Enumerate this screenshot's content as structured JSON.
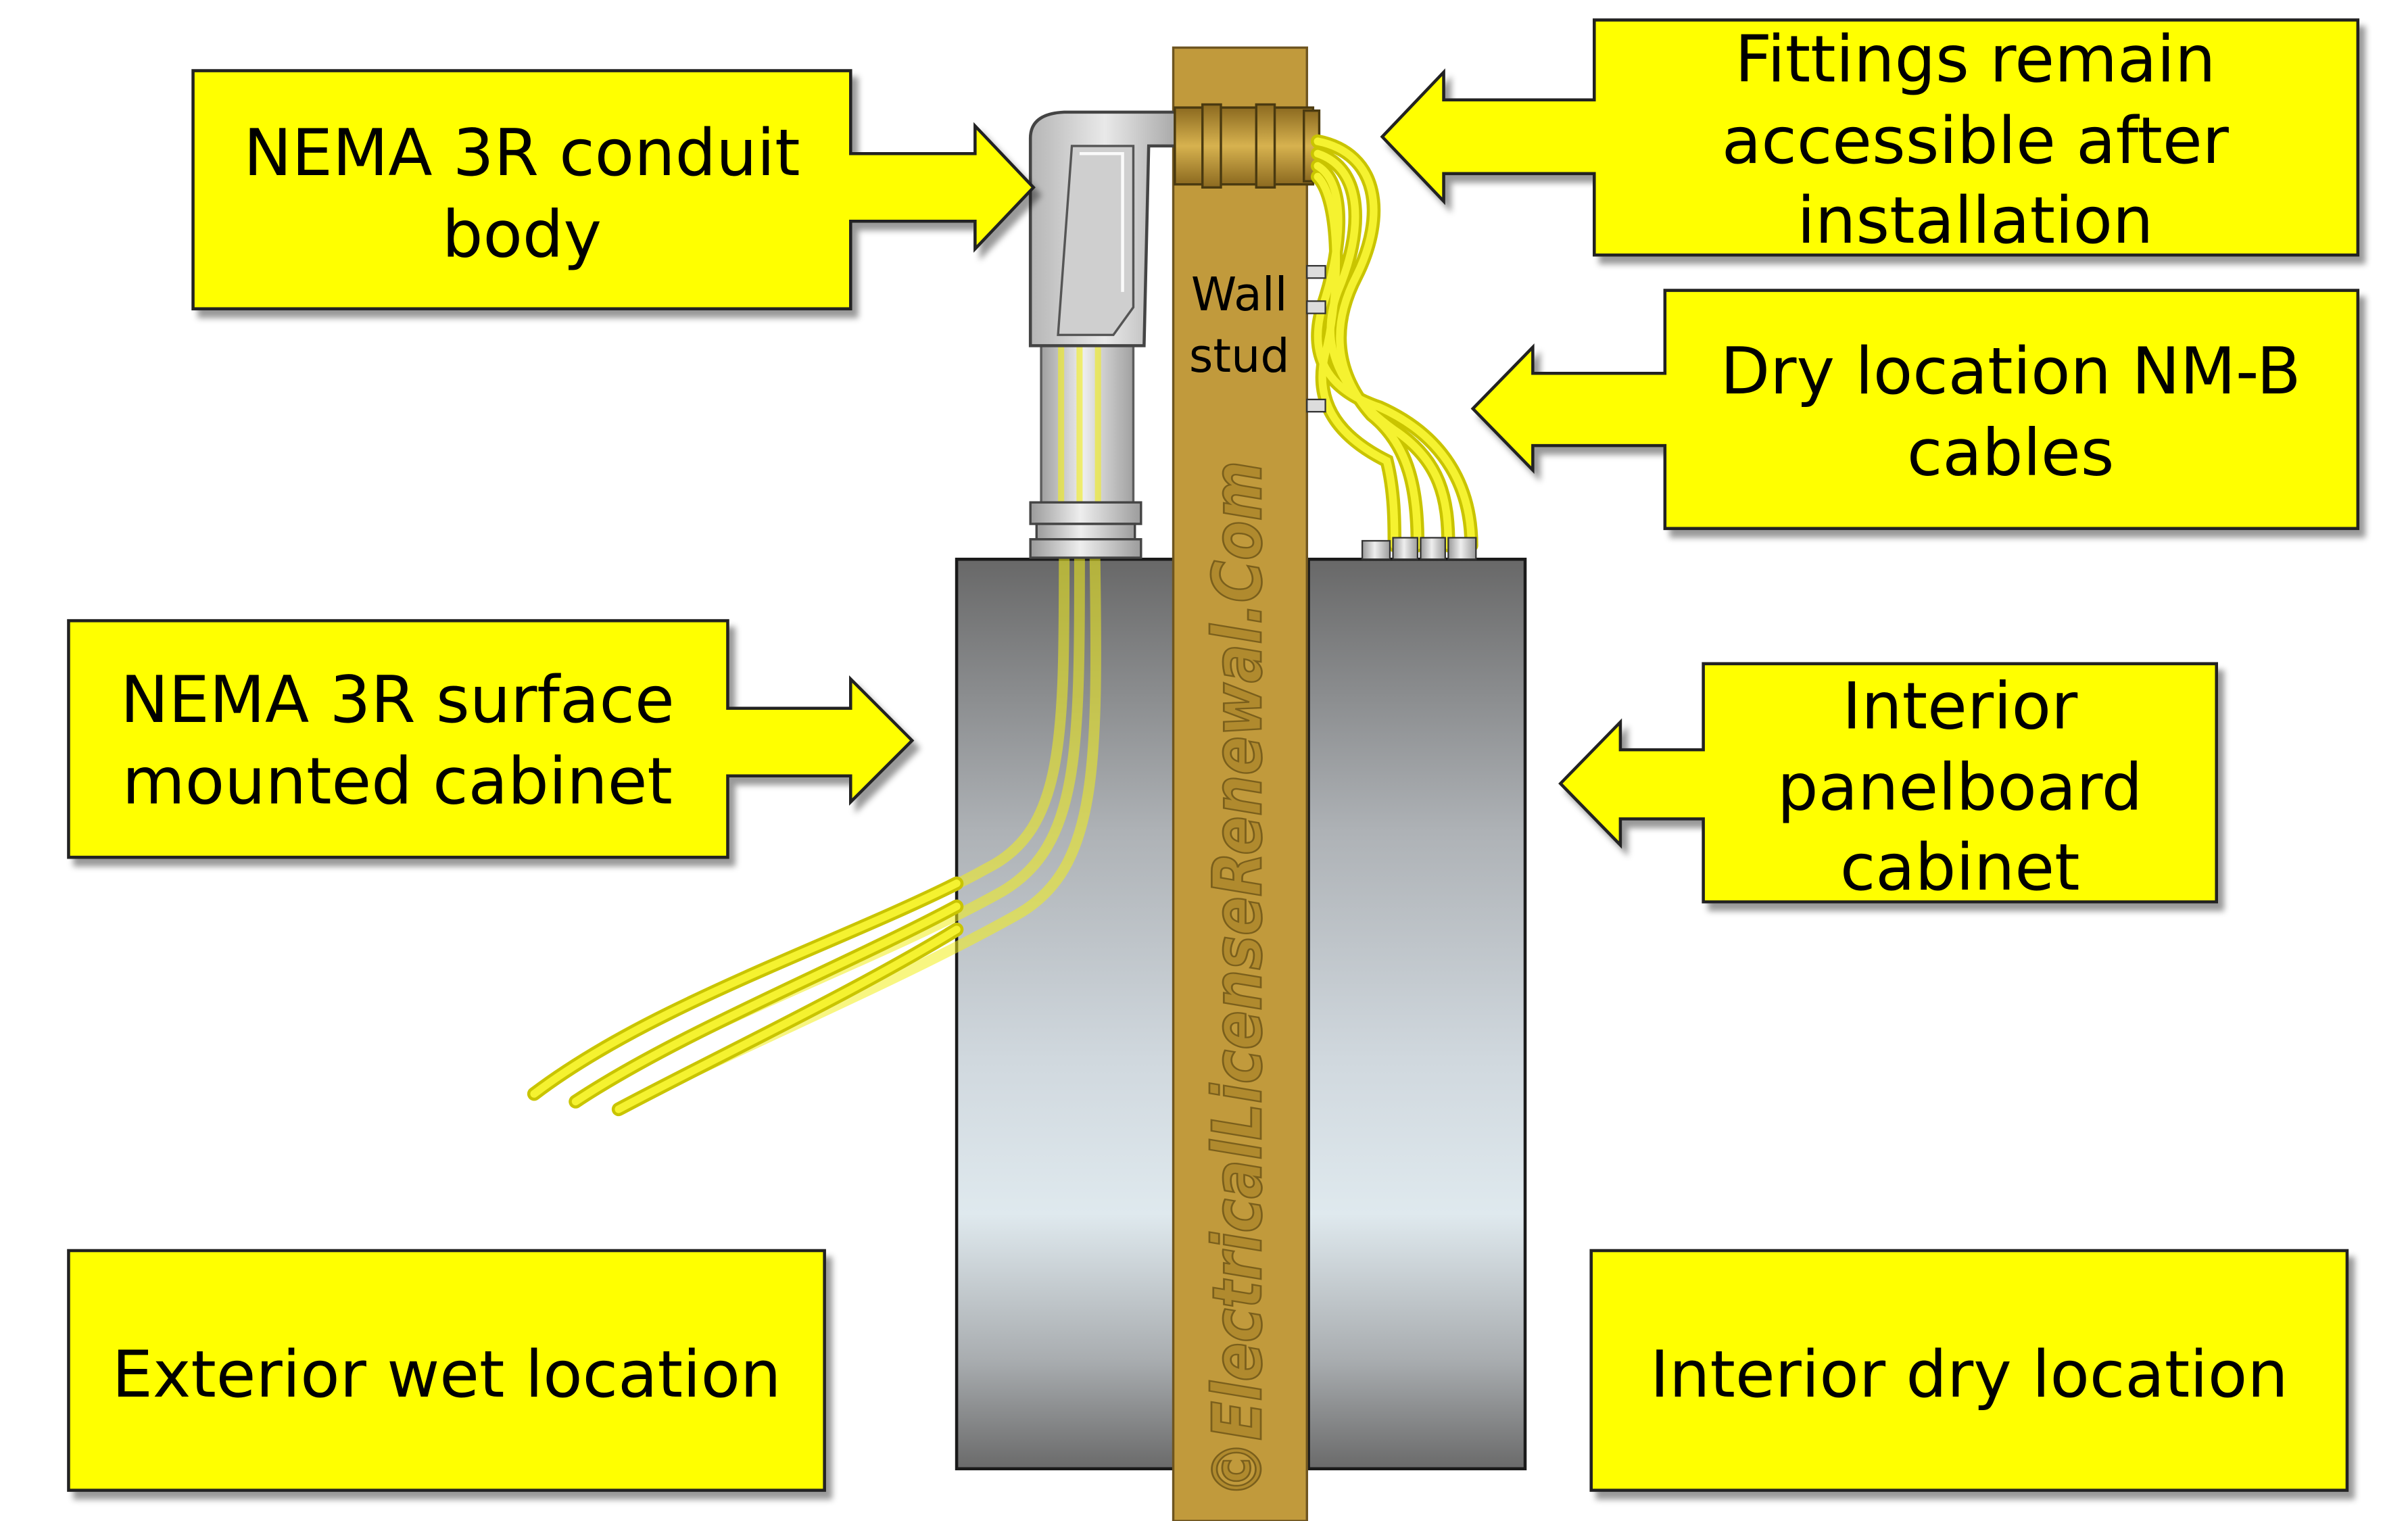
{
  "labels": {
    "conduit_body": [
      "NEMA 3R conduit",
      "body"
    ],
    "fittings": [
      "Fittings remain",
      "accessible after",
      "installation"
    ],
    "nmb_cables": [
      "Dry location NM-B",
      "cables"
    ],
    "surface_cabinet": [
      "NEMA 3R surface",
      "mounted cabinet"
    ],
    "interior_cabinet": [
      "Interior",
      "panelboard",
      "cabinet"
    ],
    "exterior_location": "Exterior wet location",
    "interior_location": "Interior dry location",
    "wall_stud": [
      "Wall",
      "stud"
    ]
  },
  "watermark": "©ElectricalLicenseRenewal.Com",
  "colors": {
    "callout_fill": "#ffff00",
    "stud": "#c19a3c",
    "wire": "#f2ee1a",
    "cabinet_dark": "#6b6b6b",
    "cabinet_light": "#dde7ee"
  }
}
